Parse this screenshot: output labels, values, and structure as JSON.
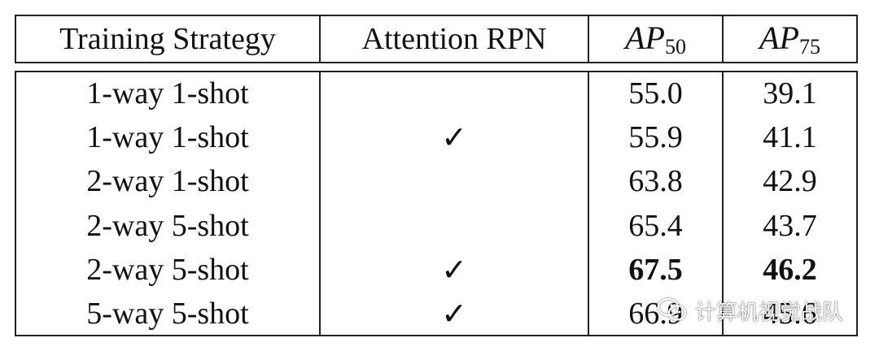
{
  "table": {
    "headers": {
      "strategy": "Training Strategy",
      "rpn": "Attention RPN",
      "ap50_base": "AP",
      "ap50_sub": "50",
      "ap75_base": "AP",
      "ap75_sub": "75"
    },
    "rows": [
      {
        "strategy": "1-way 1-shot",
        "rpn": "",
        "ap50": "55.0",
        "ap75": "39.1"
      },
      {
        "strategy": "1-way 1-shot",
        "rpn": "✓",
        "ap50": "55.9",
        "ap75": "41.1"
      },
      {
        "strategy": "2-way 1-shot",
        "rpn": "",
        "ap50": "63.8",
        "ap75": "42.9"
      },
      {
        "strategy": "2-way 5-shot",
        "rpn": "",
        "ap50": "65.4",
        "ap75": "43.7"
      },
      {
        "strategy": "2-way 5-shot",
        "rpn": "✓",
        "ap50": "67.5",
        "ap75": "46.2"
      },
      {
        "strategy": "5-way 5-shot",
        "rpn": "✓",
        "ap50": "66.9",
        "ap75": "45.6"
      }
    ]
  },
  "watermark": {
    "text": "计算机视觉战队",
    "icon": "wechat-icon"
  }
}
